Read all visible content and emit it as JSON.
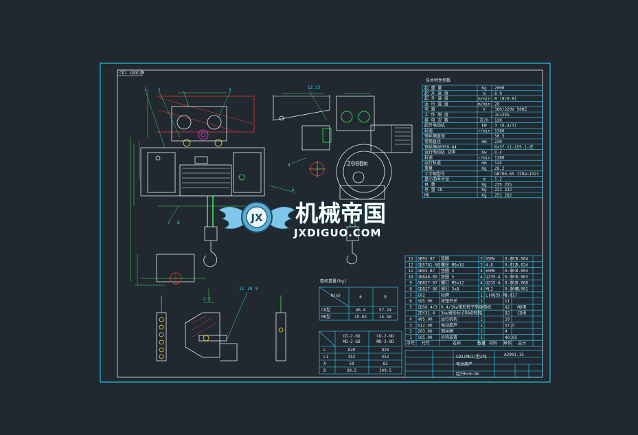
{
  "drawing": {
    "frame_tag": "CD1 1ODCZM",
    "scale_note": "2:1",
    "drum_label": "200Bm",
    "callouts": [
      "1",
      "2",
      "3",
      "12,13",
      "4",
      "5",
      "7",
      "8",
      "11",
      "10",
      "9"
    ]
  },
  "watermark": {
    "brand_cn": "机械帝国",
    "brand_en": "JXDIGUO.COM",
    "emblem_letters": "JX"
  },
  "specs_table": {
    "heading": "技术特性参数",
    "rows": [
      [
        "起 重 量",
        "Kg",
        "2000"
      ],
      [
        "起 升 高 度",
        "m",
        "6     9"
      ],
      [
        "起 升 速 度",
        "m/min",
        "8 (8/0.8)"
      ],
      [
        "运 行 速 度",
        "m/min",
        "20"
      ],
      [
        "电 源",
        "V",
        "380/220V    50HZ"
      ],
      [
        "工 作 制 度",
        "",
        "Jc=25%"
      ],
      [
        "接 电 次 数",
        "次/h",
        "120"
      ],
      [
        "起升电动机",
        "kW",
        "3 (0.4/3)"
      ],
      [
        "转速",
        "r/min",
        "1380"
      ],
      [
        "钢丝绳直径",
        "",
        "50.5"
      ],
      [
        "卷筒直径",
        "mm",
        "230"
      ],
      [
        "钢丝绳GB359-84",
        "",
        "6x37-11-155-1-光"
      ],
      [
        "运行电动机 功率",
        "Kw",
        "0.4"
      ],
      [
        "转速",
        "r/min",
        "1380"
      ],
      [
        "运行轨道",
        "mm",
        "124"
      ],
      [
        "重量",
        "Kg",
        "28.2"
      ],
      [
        "工字钢型号",
        "",
        "GB706-65    I20a~I32c"
      ],
      [
        "最小曲率半径",
        "m",
        "1.2"
      ],
      [
        "自 重",
        "Kg",
        "235     255"
      ],
      [
        "总 重 CD",
        "Kg",
        "221     232"
      ],
      [
        "MD",
        "Kg",
        "251     282"
      ]
    ]
  },
  "bom_table": {
    "rows": [
      [
        "13",
        "GB93-87",
        "垫圈",
        "2",
        "65Mn",
        "0.001",
        "0.004"
      ],
      [
        "12",
        "GB5781-86",
        "螺栓 M8x16",
        "2",
        "4.8",
        "0.012",
        "0.024"
      ],
      [
        "11",
        "GB93-87",
        "垫圈 3",
        "4",
        "65Mn",
        "0.001",
        "0.004"
      ],
      [
        "10",
        "GB848-85",
        "垫圈 5",
        "4",
        "Q235-A",
        "0.001",
        "0.003"
      ],
      [
        "9",
        "GB857-87",
        "螺钉 M5x12",
        "4",
        "Q235-A",
        "0.002",
        "0.008"
      ],
      [
        "8",
        "GB827-86",
        "铆钉 3x8",
        "4",
        "ML2",
        "0.0005",
        "0.002"
      ],
      [
        "7",
        "E02",
        "标牌",
        "1",
        "L(0Q35-M)",
        "0.017",
        ""
      ],
      [
        "6",
        "SQ5.00",
        "按钮开关",
        "1",
        "",
        "11",
        ""
      ],
      [
        "5",
        "ZDS0.4/3",
        "0.4/3kw锥形转子制动电机",
        "1",
        "",
        "82",
        "MD用"
      ],
      [
        "",
        "ZDY31-4",
        "3kw锥形转子制动电机",
        "1",
        "",
        "82",
        "CD用"
      ],
      [
        "4",
        "405.00",
        "运行机构",
        "1",
        "",
        "20",
        ""
      ],
      [
        "3",
        "612.00",
        "电动葫芦",
        "1",
        "",
        "57.5",
        ""
      ],
      [
        "2",
        "203.00",
        "钢丝绳",
        "1",
        "",
        "4",
        ""
      ],
      [
        "1",
        "105.00",
        "吊钩装置",
        "1",
        "",
        "40.85",
        ""
      ]
    ],
    "header": [
      "序号",
      "代号",
      "名称",
      "数量",
      "材料",
      "单件",
      "总计"
    ]
  },
  "title_block": {
    "name": "CD1(MD1)型2吨",
    "sub": "电动葫芦",
    "lift": "起升H=6~9m",
    "code": "A2001.1S"
  },
  "weight_table": {
    "title": "整机重量(kg)",
    "col_head": "H(m)",
    "cols": [
      "6",
      "9"
    ],
    "rows": [
      [
        "CD型",
        "46.4",
        "57.24"
      ],
      [
        "MD型",
        "19.02",
        "15.58"
      ]
    ]
  },
  "dim_table": {
    "cols": [
      "CD-2-6D\nMD-2-6D",
      "CD-2-9D\nMD-2-9D"
    ],
    "rows": [
      [
        "L",
        "620",
        "820"
      ],
      [
        "L1",
        "352",
        "452"
      ],
      [
        "A",
        "58",
        "83"
      ],
      [
        "B",
        "39.5",
        "149.5"
      ]
    ]
  },
  "colors": {
    "line": "#2fe0ff",
    "white": "#e6eef4",
    "green": "#3df05a",
    "red": "#e23a3a",
    "magenta": "#ff3df0",
    "yellow": "#ffe033",
    "background": "#212830"
  }
}
